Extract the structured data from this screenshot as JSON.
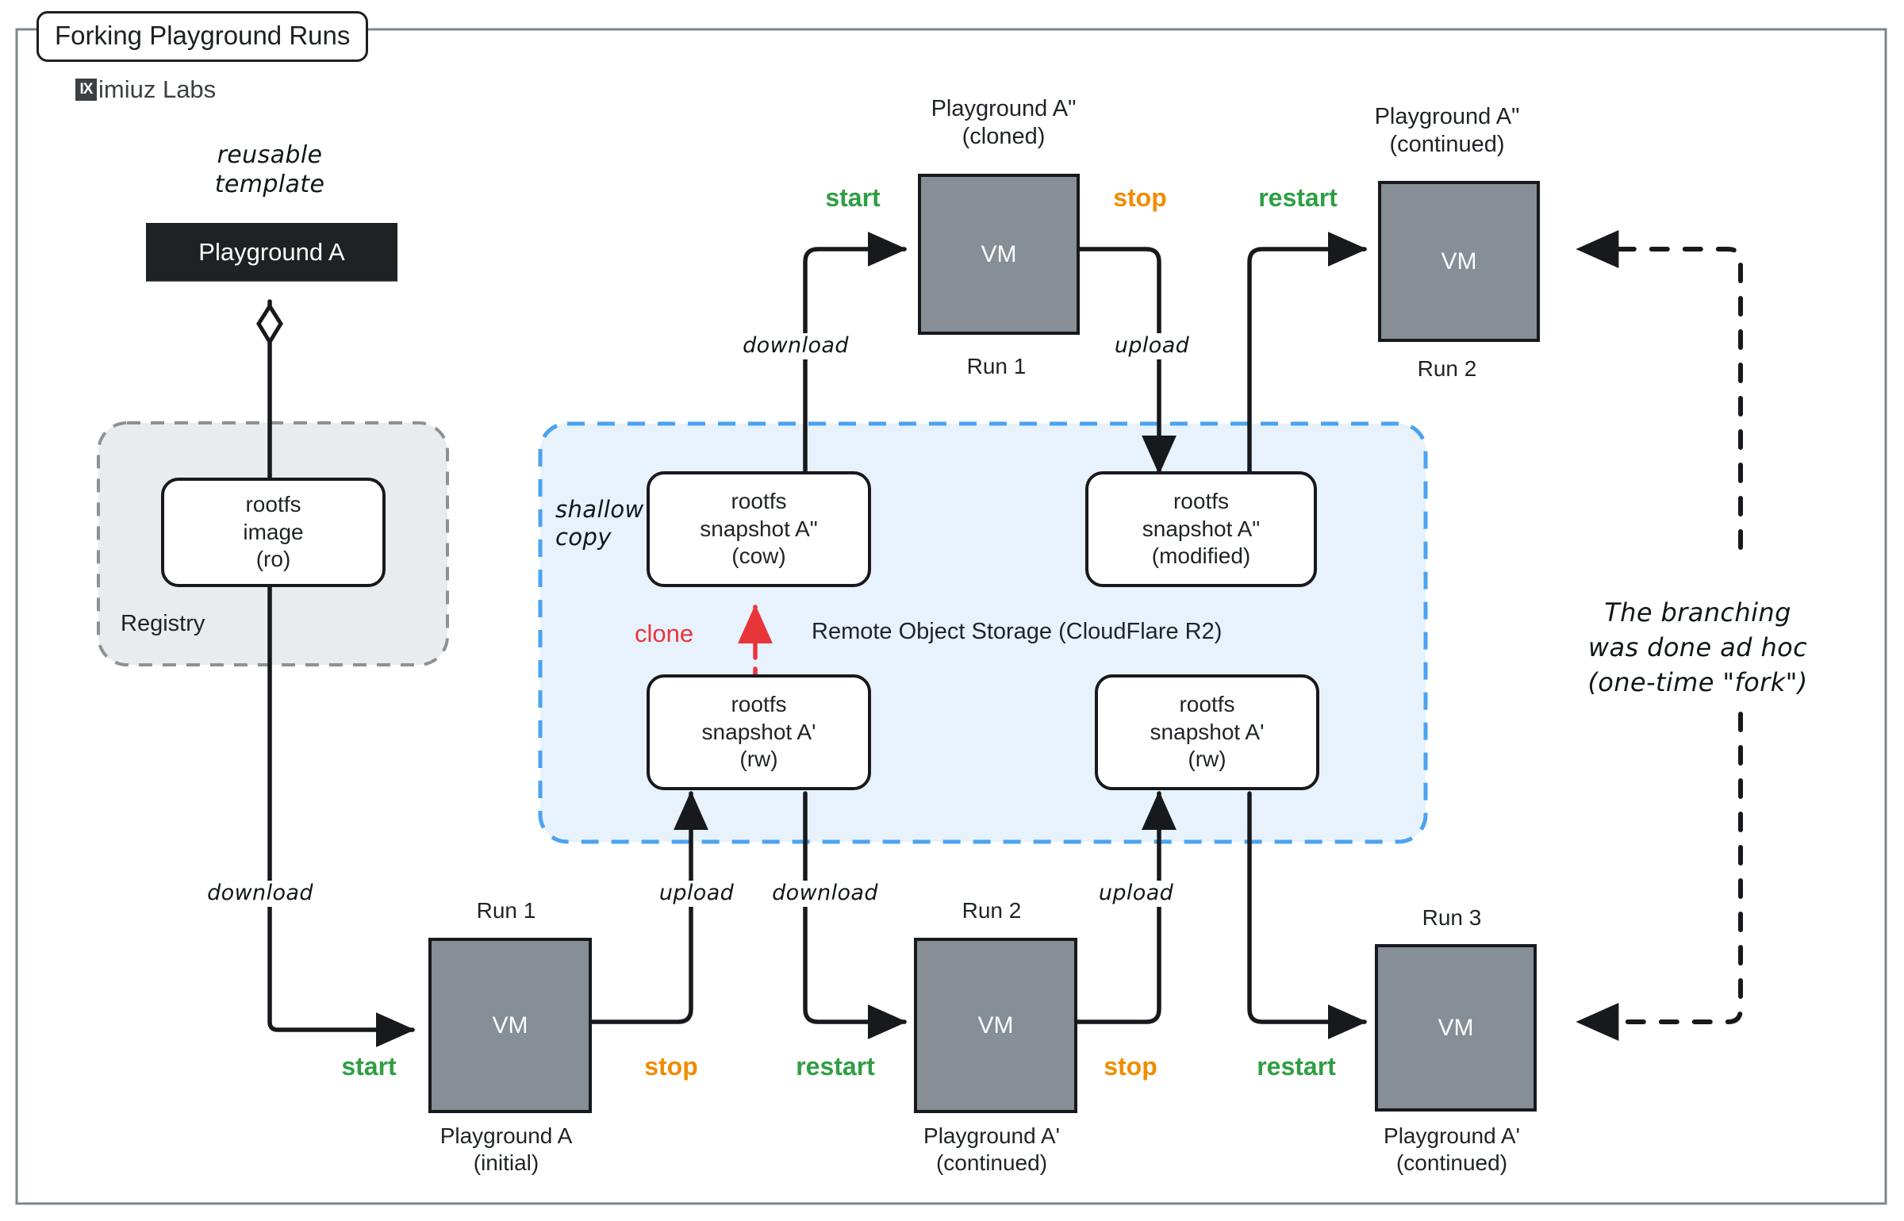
{
  "diagram": {
    "title": "Forking Playground Runs",
    "brand": {
      "badge": "IX",
      "name": "imiuz Labs"
    },
    "outer_border_color": "#7c858c",
    "accents": {
      "start": "#2f9e44",
      "restart": "#2f9e44",
      "stop": "#f08c00",
      "clone": "#e8353a",
      "storage_fill": "#e7f2fd",
      "storage_border": "#4ba3f0",
      "registry_fill": "#e9ecef",
      "registry_border": "#8c9196",
      "vm_fill": "#868e96",
      "template_fill": "#1f2124"
    }
  },
  "labels": {
    "reusable_template": "reusable\ntemplate",
    "shallow_copy": "shallow\ncopy",
    "clone": "clone",
    "registry_caption": "Registry",
    "storage_caption": "Remote Object Storage (CloudFlare R2)",
    "note": "The branching\nwas done ad hoc\n(one-time \"fork\")"
  },
  "template_box": {
    "label": "Playground A"
  },
  "registry": {
    "caption": "Registry",
    "artifact": {
      "line1": "rootfs",
      "line2": "image",
      "line3": "(ro)"
    }
  },
  "storage": {
    "caption": "Remote Object Storage (CloudFlare R2)",
    "artifacts": [
      {
        "id": "snap-a2-cow",
        "line1": "rootfs",
        "line2": "snapshot A\"",
        "line3": "(cow)"
      },
      {
        "id": "snap-a2-modified",
        "line1": "rootfs",
        "line2": "snapshot A\"",
        "line3": "(modified)"
      },
      {
        "id": "snap-a1-rw-left",
        "line1": "rootfs",
        "line2": "snapshot A'",
        "line3": "(rw)"
      },
      {
        "id": "snap-a1-rw-right",
        "line1": "rootfs",
        "line2": "snapshot A'",
        "line3": "(rw)"
      }
    ]
  },
  "runs_top": [
    {
      "id": "top-run-1",
      "title_above": "Playground A\"\n(cloned)",
      "vm_label": "VM",
      "caption_below": "Run 1",
      "action_left": "start",
      "action_right": "stop",
      "io_left": "download",
      "io_right": "upload"
    },
    {
      "id": "top-run-2",
      "title_above": "Playground A\"\n(continued)",
      "vm_label": "VM",
      "caption_below": "Run 2",
      "action_left": "restart",
      "action_right": "",
      "io_left": "",
      "io_right": ""
    }
  ],
  "runs_bottom": [
    {
      "id": "bot-run-1",
      "caption_above": "Run 1",
      "vm_label": "VM",
      "title_below": "Playground A\n(initial)",
      "action_left": "start",
      "action_right": "stop",
      "io_left": "download",
      "io_right": "upload"
    },
    {
      "id": "bot-run-2",
      "caption_above": "Run 2",
      "vm_label": "VM",
      "title_below": "Playground A'\n(continued)",
      "action_left": "restart",
      "action_right": "stop",
      "io_left": "download",
      "io_right": "upload"
    },
    {
      "id": "bot-run-3",
      "caption_above": "Run 3",
      "vm_label": "VM",
      "title_below": "Playground A'\n(continued)",
      "action_left": "restart",
      "action_right": "",
      "io_left": "",
      "io_right": ""
    }
  ]
}
